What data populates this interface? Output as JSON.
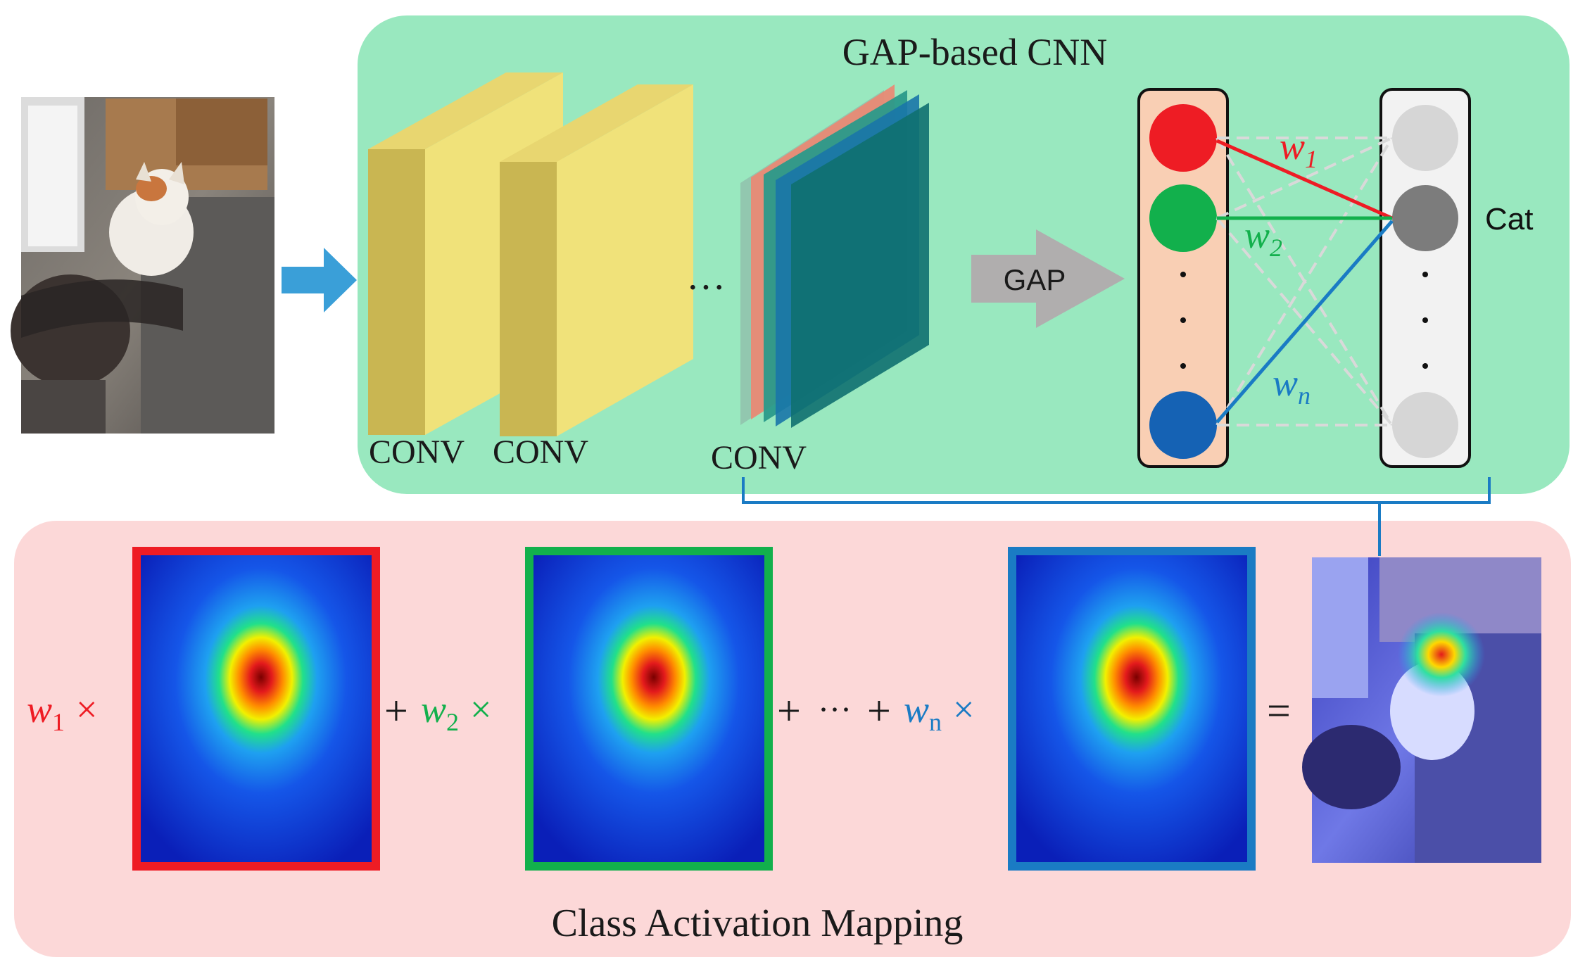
{
  "top_panel": {
    "title": "GAP-based CNN",
    "conv_labels": [
      "CONV",
      "CONV",
      "CONV"
    ],
    "ellipsis": "···",
    "gap_label": "GAP",
    "class_label": "Cat",
    "weights": {
      "w1": {
        "base": "w",
        "sub": "1"
      },
      "w2": {
        "base": "w",
        "sub": "2"
      },
      "wn": {
        "base": "w",
        "sub": "n"
      }
    }
  },
  "bottom_panel": {
    "title": "Class Activation Mapping",
    "times": "×",
    "plus": "+",
    "mid_dots": "···",
    "equals": "="
  },
  "colors": {
    "top_bg": "#99e8bf",
    "bottom_bg": "#fcd8d8",
    "red": "#ee1c24",
    "green": "#12b04c",
    "blue": "#1a7bc4",
    "conv_yellow": "#f0e27a",
    "arrow_blue": "#3a9fd8",
    "gap_arrow": "#b0aeae",
    "fc_left_bg": "#f9cfb4",
    "fc_right_bg": "#f2f2f2"
  }
}
